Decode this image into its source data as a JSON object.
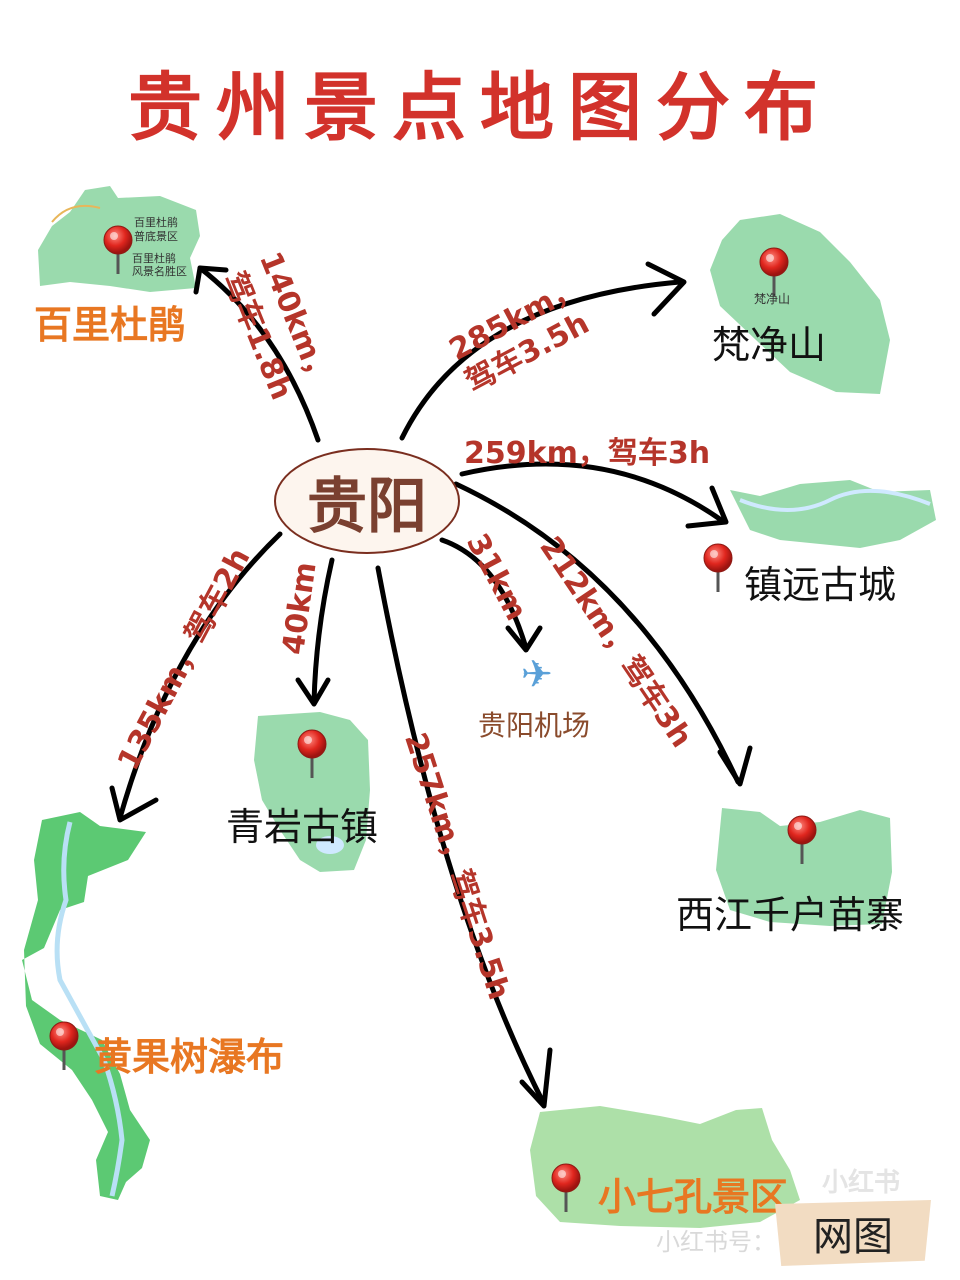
{
  "title": "贵州景点地图分布",
  "center": "贵阳",
  "spots": {
    "baili": "百里杜鹃",
    "fanjing": "梵净山",
    "zhenyuan": "镇远古城",
    "qingyan": "青岩古镇",
    "airport": "贵阳机场",
    "xijiang": "西江千户苗寨",
    "huangguoshu": "黄果树瀑布",
    "xiaoqikong": "小七孔景区"
  },
  "routes": {
    "baili_line1": "140km，",
    "baili_line2": "驾车1.8h",
    "fanjing_line1": "285km，",
    "fanjing_line2": "驾车3.5h",
    "zhenyuan": "259km，驾车3h",
    "xijiang": "212km，驾车3h",
    "airport": "31km",
    "qingyan": "40km",
    "huangguoshu": "135km，驾车2h",
    "xiaoqikong": "257km，驾车3.5h"
  },
  "minimap_labels": {
    "baili_a": "百里杜鹃",
    "baili_b": "普底景区",
    "baili_c": "百里杜鹃",
    "baili_d": "风景名胜区",
    "fanjing": "梵净山"
  },
  "watermark": {
    "id_text": "小红书号：",
    "logo": "小红书",
    "tag": "网图"
  },
  "icons": {
    "pin": "map-pin-icon",
    "plane": "airplane-icon"
  },
  "colors": {
    "title": "#d2322b",
    "route": "#b5352a",
    "spot_orange": "#e87722",
    "map_green": "#8fd6a4"
  }
}
